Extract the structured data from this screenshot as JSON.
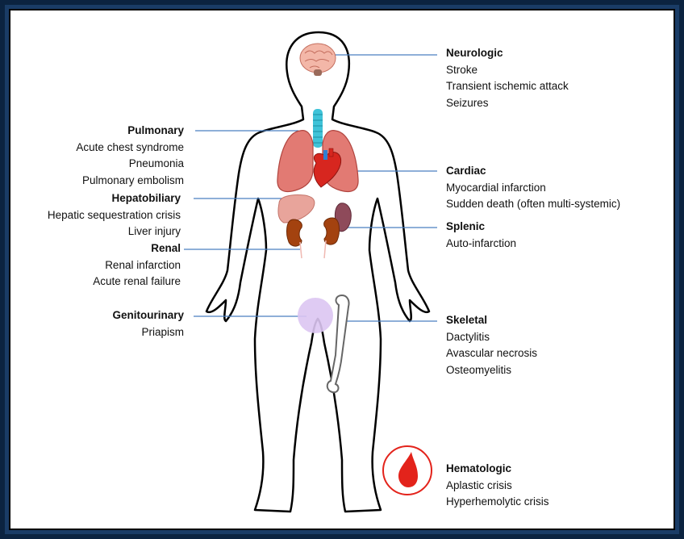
{
  "systems": {
    "neurologic": {
      "title": "Neurologic",
      "items": [
        "Stroke",
        "Transient ischemic attack",
        "Seizures"
      ]
    },
    "pulmonary": {
      "title": "Pulmonary",
      "items": [
        "Acute chest syndrome",
        "Pneumonia",
        "Pulmonary embolism"
      ]
    },
    "cardiac": {
      "title": "Cardiac",
      "items": [
        "Myocardial infarction",
        "Sudden death (often multi-systemic)"
      ]
    },
    "hepatobiliary": {
      "title": "Hepatobiliary",
      "items": [
        "Hepatic sequestration crisis",
        "Liver injury"
      ]
    },
    "splenic": {
      "title": "Splenic",
      "items": [
        "Auto-infarction"
      ]
    },
    "renal": {
      "title": "Renal",
      "items": [
        "Renal infarction",
        "Acute renal failure"
      ]
    },
    "genitourinary": {
      "title": "Genitourinary",
      "items": [
        "Priapism"
      ]
    },
    "skeletal": {
      "title": "Skeletal",
      "items": [
        "Dactylitis",
        "Avascular necrosis",
        "Osteomyelitis"
      ]
    },
    "hematologic": {
      "title": "Hematologic",
      "items": [
        "Aplastic crisis",
        "Hyperhemolytic crisis"
      ]
    }
  },
  "colors": {
    "background": "#0b2340",
    "frame": "#1a3c66",
    "leader_line": "#4a7fc1",
    "lung": "#e27a73",
    "heart": "#d7261f",
    "liver": "#e8a49b",
    "kidney": "#a3420f",
    "spleen": "#8e4a5a",
    "trachea": "#3fc3d8",
    "genitourinary_highlight": "#dcc5f2",
    "blood_drop": "#e3231b"
  },
  "icons": [
    "brain-icon",
    "trachea-icon",
    "lungs-icon",
    "heart-icon",
    "liver-icon",
    "spleen-icon",
    "kidney-icon",
    "bladder-icon",
    "bone-icon",
    "blood-drop-icon"
  ]
}
